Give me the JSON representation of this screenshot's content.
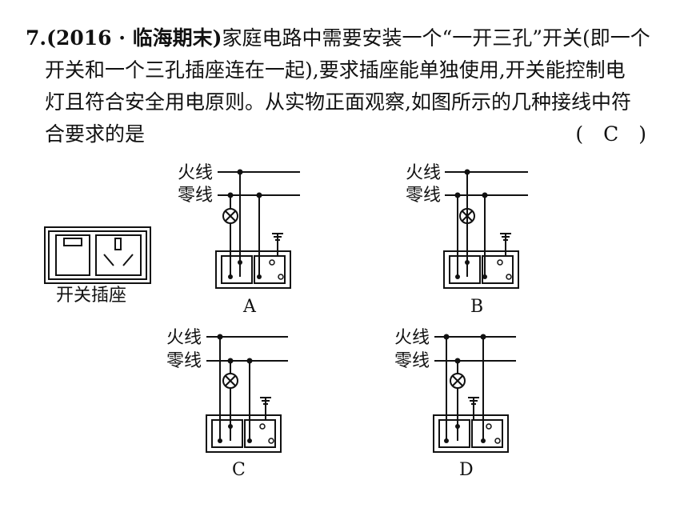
{
  "question": {
    "number": "7.",
    "source": "(2016 · 临海期末)",
    "line1_rest": "家庭电路中需要安装一个“一开三孔”开关(即一个",
    "line2": "开关和一个三孔插座连在一起),要求插座能单独使用,开关能控制电",
    "line3": "灯且符合安全用电原则。从实物正面观察,如图所示的几种接线中符",
    "line4": "合要求的是",
    "answer": "(　C　)"
  },
  "figure": {
    "device_caption": "开关插座",
    "live_label": "火线",
    "neutral_label": "零线",
    "options": [
      "A",
      "B",
      "C",
      "D"
    ]
  }
}
